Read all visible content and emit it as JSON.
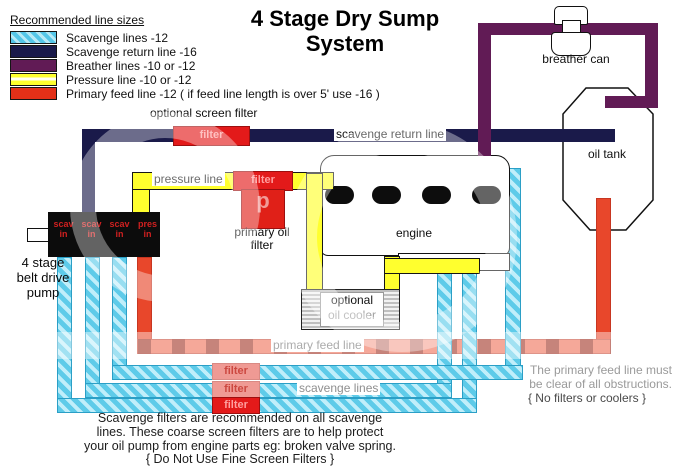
{
  "title": {
    "text": "4 Stage Dry Sump System"
  },
  "legend": {
    "title": "Recommended line sizes",
    "items": [
      {
        "label": "Scavenge lines -12"
      },
      {
        "label": "Scavenge return line -16"
      },
      {
        "label": "Breather lines -10 or -12"
      },
      {
        "label": "Pressure line -10 or -12"
      },
      {
        "label": "Primary feed line -12 ( if feed line length is over 5' use -16 )"
      }
    ]
  },
  "labels": {
    "optional_screen_filter": "optional screen filter",
    "scavenge_return_line": "scavenge return line",
    "pressure_line": "pressure line",
    "primary_feed_line": "primary feed line",
    "scavenge_lines": "scavenge lines",
    "breather_can": "breather can",
    "oil_tank": "oil tank",
    "engine": "engine",
    "filter": "filter",
    "primary_oil_filter_line1": "primary oil",
    "primary_oil_filter_line2": "filter",
    "oil_cooler_line1": "optional",
    "oil_cooler_line2": "oil cooler",
    "pump_line1": "4 stage",
    "pump_line2": "belt drive",
    "pump_line3": "pump"
  },
  "pump_ports": [
    {
      "l1": "scav",
      "l2": "in"
    },
    {
      "l1": "scav",
      "l2": "in"
    },
    {
      "l1": "scav",
      "l2": "in"
    },
    {
      "l1": "pres",
      "l2": "in"
    }
  ],
  "notes": {
    "scavenge": [
      "Scavenge filters are recommended on all scavenge",
      "lines. These coarse screen filters are to help protect",
      "your oil pump from engine parts eg: broken valve spring.",
      "{ Do Not Use Fine Screen Filters }"
    ],
    "primary_feed": [
      "The primary feed line must",
      "be clear of all obstructions.",
      "{ No filters or coolers }"
    ]
  },
  "colors": {
    "scavenge_line": "#5bc9e9",
    "scavenge_return_line": "#1a1a4a",
    "breather_line": "#611b55",
    "pressure_line": "#ffff2e",
    "primary_feed_line": "#e8472b",
    "filter_box": "#e31a1a"
  }
}
